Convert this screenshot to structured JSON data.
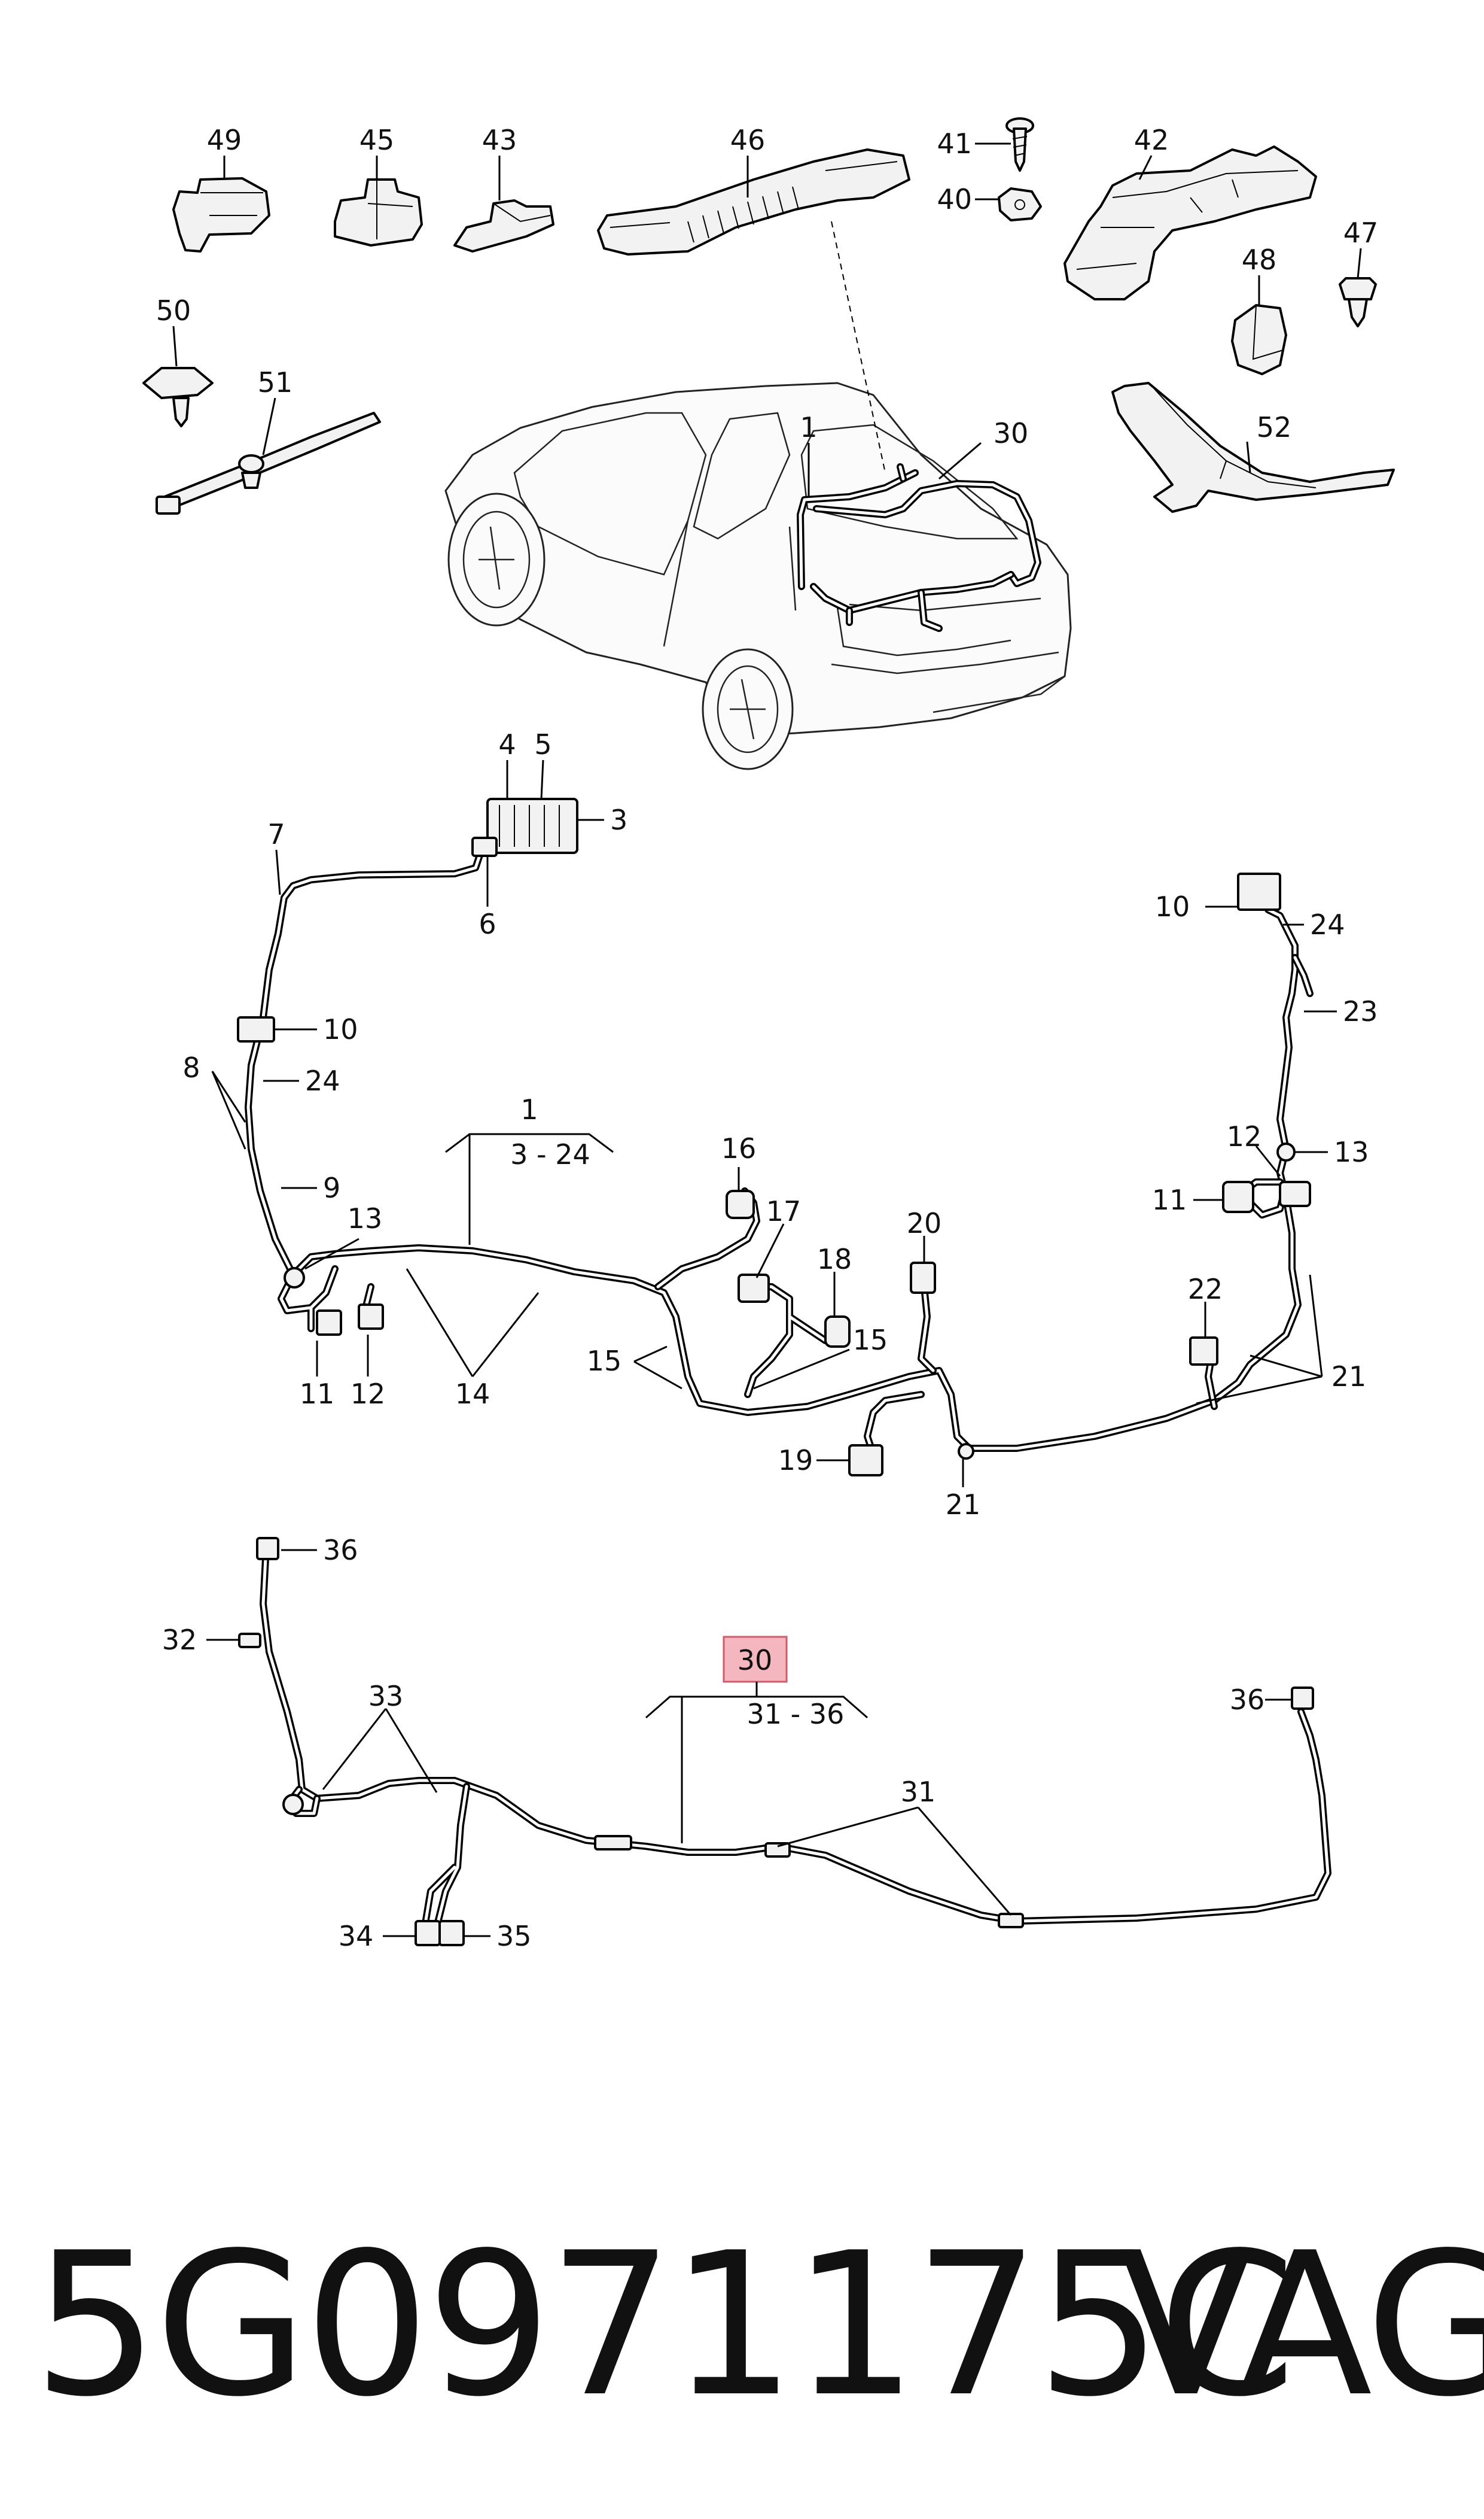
{
  "callouts": {
    "c49": "49",
    "c45": "45",
    "c43": "43",
    "c46": "46",
    "c41": "41",
    "c40": "40",
    "c42": "42",
    "c47": "47",
    "c48": "48",
    "c50": "50",
    "c51": "51",
    "c52": "52",
    "c1_car": "1",
    "c30_car": "30",
    "c4": "4",
    "c5": "5",
    "c3": "3",
    "c6": "6",
    "c7": "7",
    "c10_left": "10",
    "c8": "8",
    "c24_left": "24",
    "c9": "9",
    "c13_left": "13",
    "c11_left": "11",
    "c12_left": "12",
    "c14": "14",
    "c1_harness": "1",
    "c1_range": "3 - 24",
    "c16": "16",
    "c17": "17",
    "c18": "18",
    "c15_left": "15",
    "c15_right": "15",
    "c20": "20",
    "c19": "19",
    "c21_bottom": "21",
    "c22": "22",
    "c21_right": "21",
    "c10_right": "10",
    "c24_right": "24",
    "c23": "23",
    "c12_right": "12",
    "c11_right": "11",
    "c13_right": "13",
    "c36_left": "36",
    "c32": "32",
    "c33": "33",
    "c30_highlight": "30",
    "c30_range": "31 - 36",
    "c31": "31",
    "c36_right": "36",
    "c34": "34",
    "c35": "35"
  },
  "highlight_color": "#f4b6bf",
  "footer": {
    "part_number": "5G0971175C",
    "brand": "VAG"
  }
}
